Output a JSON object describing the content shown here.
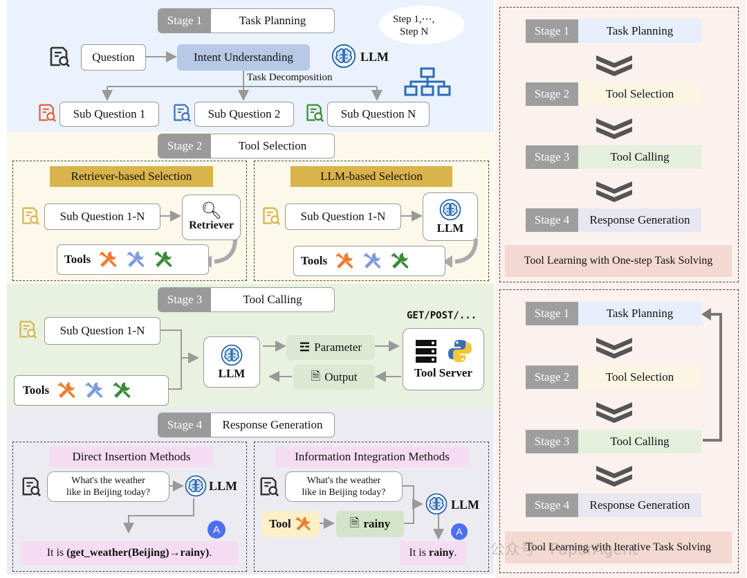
{
  "stage1": {
    "tag": "Stage 1",
    "name": "Task Planning",
    "steps_note_line1": "Step 1,⋯,",
    "steps_note_line2": "Step N",
    "question": "Question",
    "intent": "Intent Understanding",
    "llm": "LLM",
    "decomposition": "Task Decomposition",
    "sub1": "Sub Question 1",
    "sub2": "Sub Question 2",
    "subN": "Sub Question N"
  },
  "stage2": {
    "tag": "Stage 2",
    "name": "Tool Selection",
    "retriever_title": "Retriever-based Selection",
    "llm_title": "LLM-based Selection",
    "sub_range": "Sub Question 1-N",
    "retriever": "Retriever",
    "llm": "LLM",
    "tools": "Tools"
  },
  "stage3": {
    "tag": "Stage 3",
    "name": "Tool Calling",
    "sub_range": "Sub Question 1-N",
    "tools": "Tools",
    "llm": "LLM",
    "parameter": "Parameter",
    "output": "Output",
    "methods": "GET/POST/...",
    "server": "Tool Server"
  },
  "stage4": {
    "tag": "Stage 4",
    "name": "Response Generation",
    "direct_title": "Direct Insertion Methods",
    "integration_title": "Information Integration Methods",
    "q_line1": "What's the weather",
    "q_line2": "like in Beijing today?",
    "llm": "LLM",
    "answer_prefix": "It is ",
    "answer_direct": "(get_weather(Beijing)→rainy)",
    "answer_suffix": ".",
    "tool": "Tool",
    "rainy": "rainy",
    "answer_integration": "rainy"
  },
  "onestep": {
    "stages": [
      {
        "tag": "Stage 1",
        "name": "Task Planning",
        "color": "#e6effb"
      },
      {
        "tag": "Stage 2",
        "name": "Tool Selection",
        "color": "#fbf6e4"
      },
      {
        "tag": "Stage 3",
        "name": "Tool Calling",
        "color": "#e4efdc"
      },
      {
        "tag": "Stage 4",
        "name": "Response Generation",
        "color": "#e8e6f0"
      }
    ],
    "caption": "Tool Learning with One-step Task Solving"
  },
  "iterative": {
    "stages": [
      {
        "tag": "Stage 1",
        "name": "Task Planning",
        "color": "#e6effb"
      },
      {
        "tag": "Stage 2",
        "name": "Tool Selection",
        "color": "#fbf6e4"
      },
      {
        "tag": "Stage 3",
        "name": "Tool Calling",
        "color": "#e4efdc"
      },
      {
        "tag": "Stage 4",
        "name": "Response Generation",
        "color": "#e8e6f0"
      }
    ],
    "caption": "Tool Learning with Iterative Task Solving"
  },
  "colors": {
    "stage1_bg": "#eaf2fd",
    "stage2_bg": "#fcf8ea",
    "stage3_bg": "#e9f1e1",
    "stage4_bg": "#ecebf2",
    "right_bg": "#fbf1ee",
    "intent": "#b7c9e6",
    "gold": "#d9b44a",
    "pink": "#f5dcf3",
    "tool_orange": "#ef7b2f",
    "tool_blue": "#7d9be0",
    "tool_green": "#3a8a3a"
  },
  "watermark": "公众号 · PaperAgent"
}
